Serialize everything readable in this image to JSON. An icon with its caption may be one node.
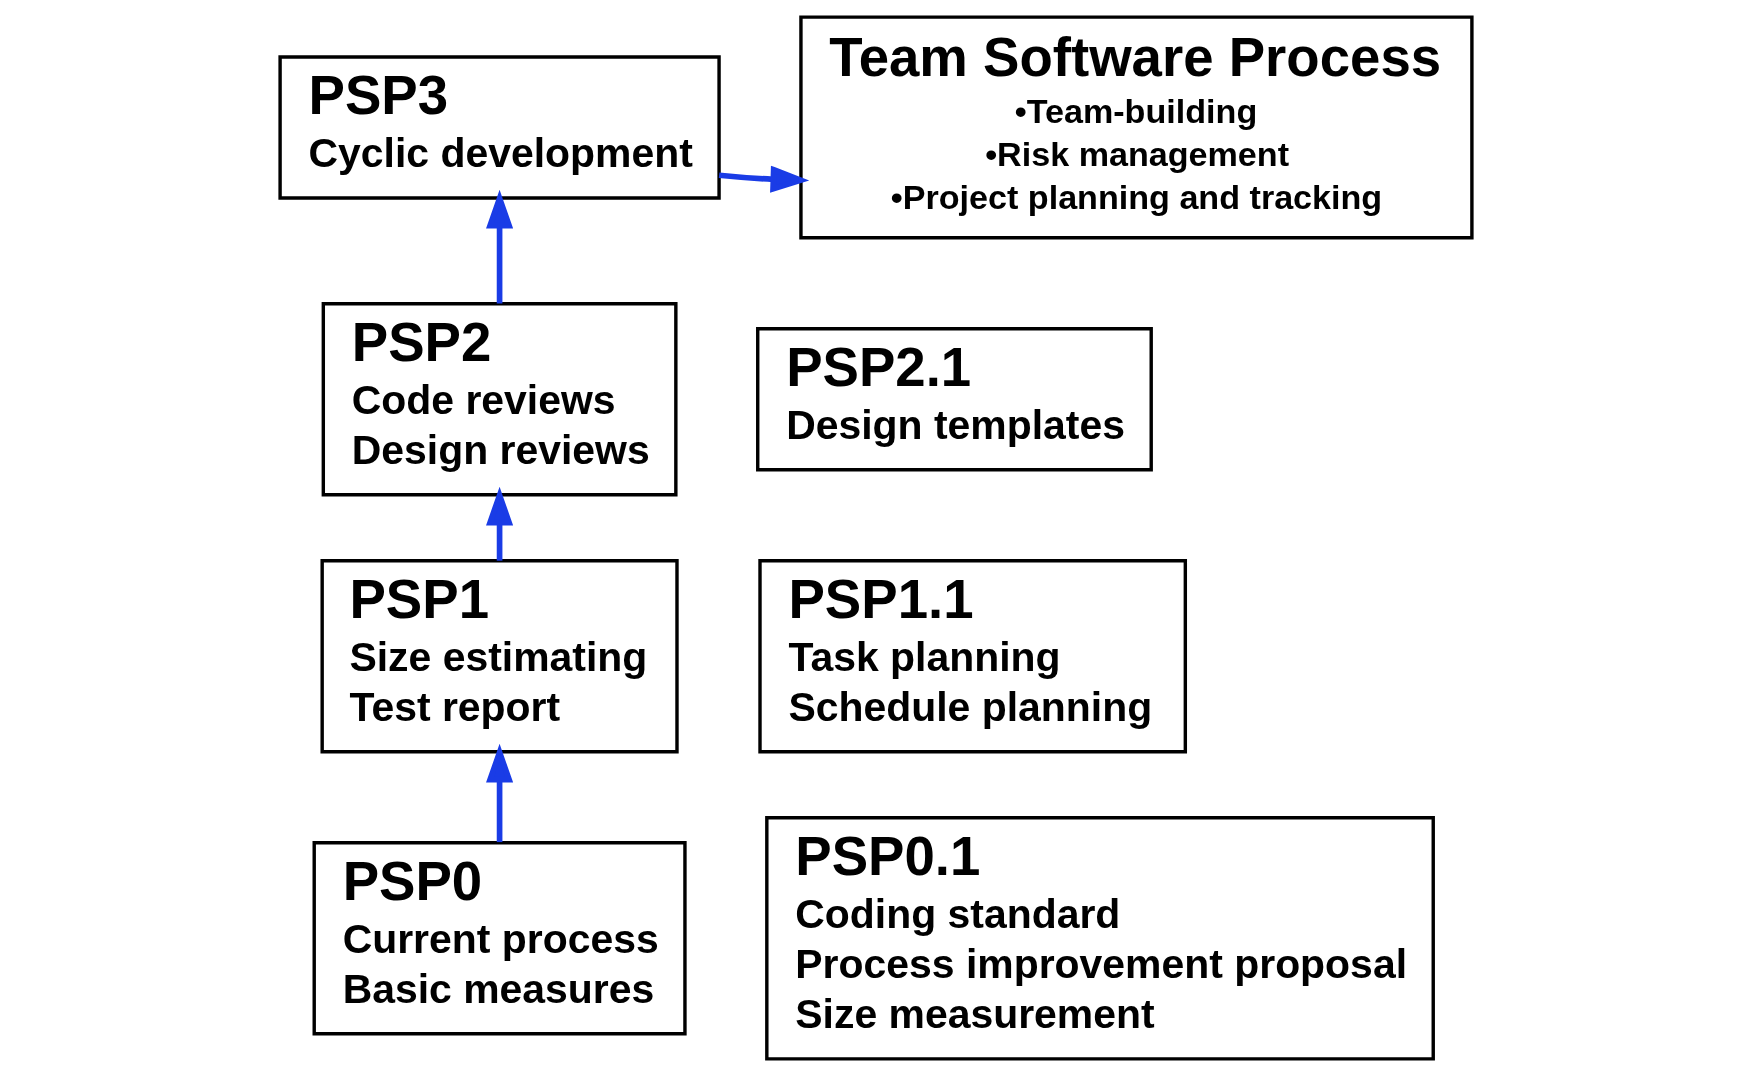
{
  "diagram": {
    "nodes": [
      {
        "text": [
          "PSP3",
          "Cyclic development"
        ]
      },
      {
        "text": [
          "Team Software Process",
          "•Team-building",
          "•Risk management",
          "•Project planning and tracking"
        ]
      },
      {
        "text": [
          "PSP2",
          "Code reviews",
          "Design reviews"
        ]
      },
      {
        "text": [
          "PSP2.1",
          "Design templates"
        ]
      },
      {
        "text": [
          "PSP1",
          "Size estimating",
          "Test report"
        ]
      },
      {
        "text": [
          "PSP1.1",
          "Task planning",
          "Schedule planning"
        ]
      },
      {
        "text": [
          "PSP0",
          "Current process",
          "Basic measures"
        ]
      },
      {
        "text": [
          "PSP0.1",
          "Coding standard",
          "Process improvement proposal",
          "Size measurement"
        ]
      }
    ],
    "edges": [
      {
        "from": 6,
        "to": 4,
        "arrow": "to"
      },
      {
        "from": 4,
        "to": 2,
        "arrow": "to"
      },
      {
        "from": 2,
        "to": 0,
        "arrow": "to"
      },
      {
        "from": 0,
        "to": 1,
        "arrow": "to"
      }
    ]
  }
}
